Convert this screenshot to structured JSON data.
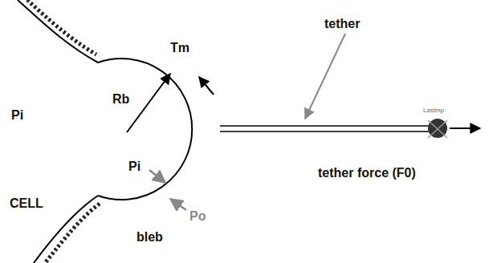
{
  "diagram": {
    "labels": [
      "Tm",
      "tether",
      "Rb",
      "Pi",
      "Pi",
      "tether force (F0)",
      "CELL",
      "bleb",
      "Po",
      "Lastmp"
    ]
  }
}
